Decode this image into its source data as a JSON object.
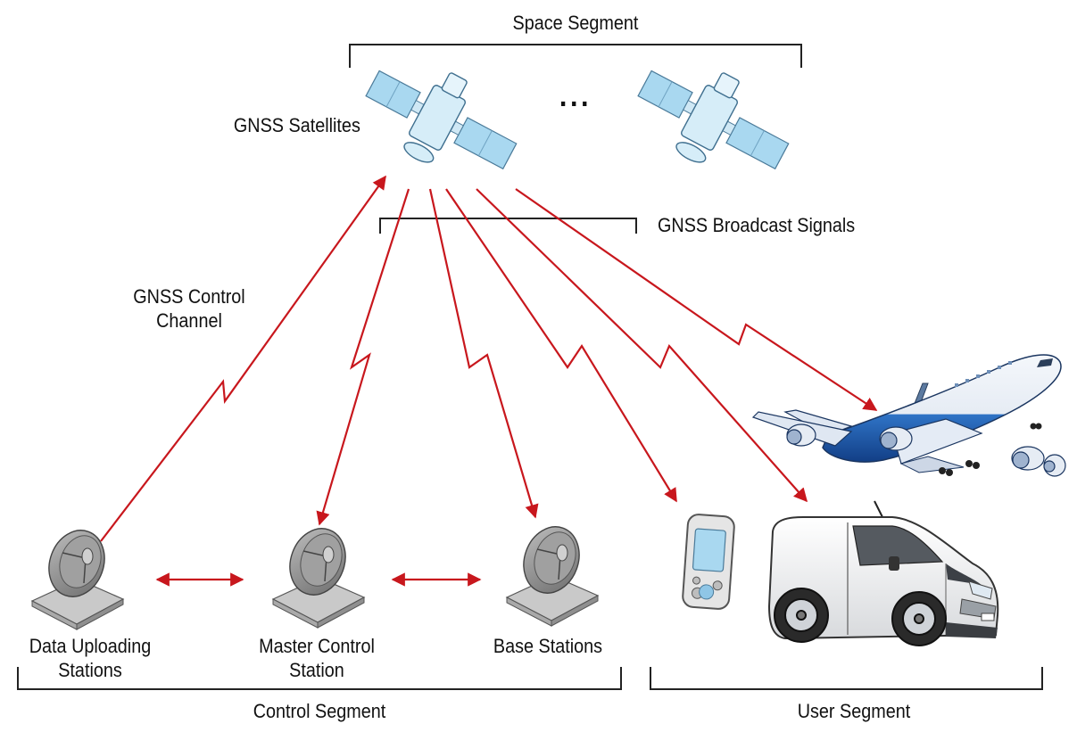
{
  "labels": {
    "space_segment": "Space Segment",
    "gnss_satellites": "GNSS Satellites",
    "ellipsis": "...",
    "broadcast_signals": "GNSS Broadcast Signals",
    "control_channel_line1": "GNSS Control",
    "control_channel_line2": "Channel",
    "data_uploading_line1": "Data Uploading",
    "data_uploading_line2": "Stations",
    "master_control_line1": "Master Control",
    "master_control_line2": "Station",
    "base_stations": "Base Stations",
    "control_segment": "Control Segment",
    "user_segment": "User Segment"
  },
  "colors": {
    "signal": "#c8171d",
    "bracket": "#222222",
    "solar_panel": "#a9d8f0",
    "satellite_body": "#d6edf8",
    "dish": "#8d8d8d",
    "dish_base": "#c9c9c9",
    "plane_blue": "#1f5fb0",
    "van_white": "#f4f4f4"
  },
  "icons": [
    "satellite-icon",
    "ground-station-dish-icon",
    "handheld-device-icon",
    "airplane-icon",
    "van-icon"
  ]
}
